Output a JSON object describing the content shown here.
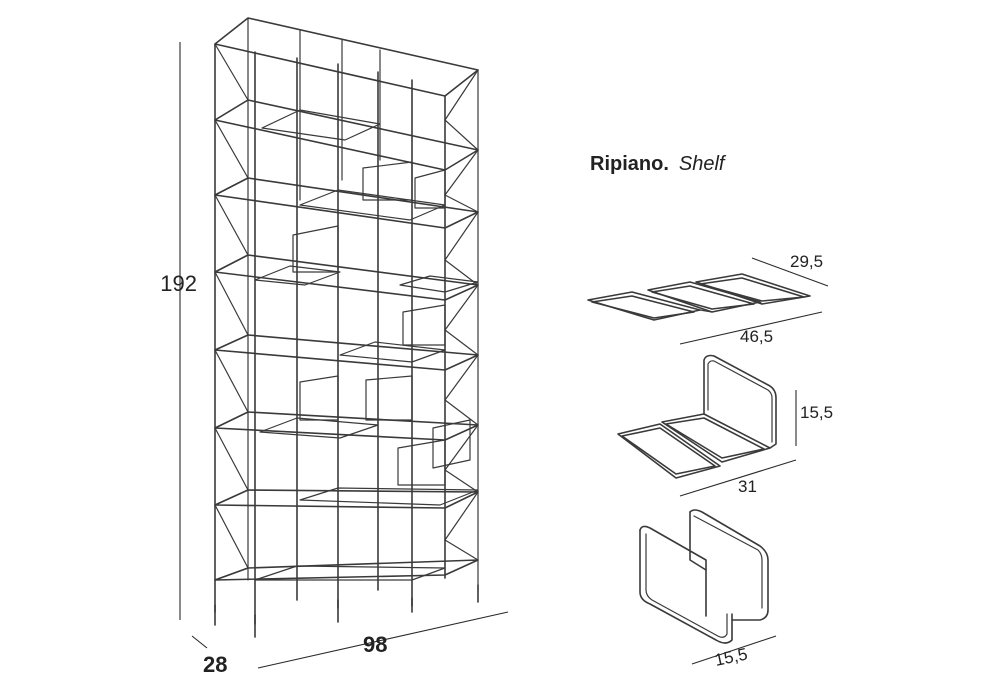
{
  "bookcase": {
    "height_label": "192",
    "depth_label": "28",
    "width_label": "98"
  },
  "shelf_title": {
    "bold": "Ripiano.",
    "italic": "Shelf"
  },
  "shelf_flat": {
    "depth_label": "29,5",
    "width_label": "46,5"
  },
  "shelf_folded": {
    "height_label": "15,5",
    "width_label": "31"
  },
  "shelf_box": {
    "width_label": "15,5"
  }
}
